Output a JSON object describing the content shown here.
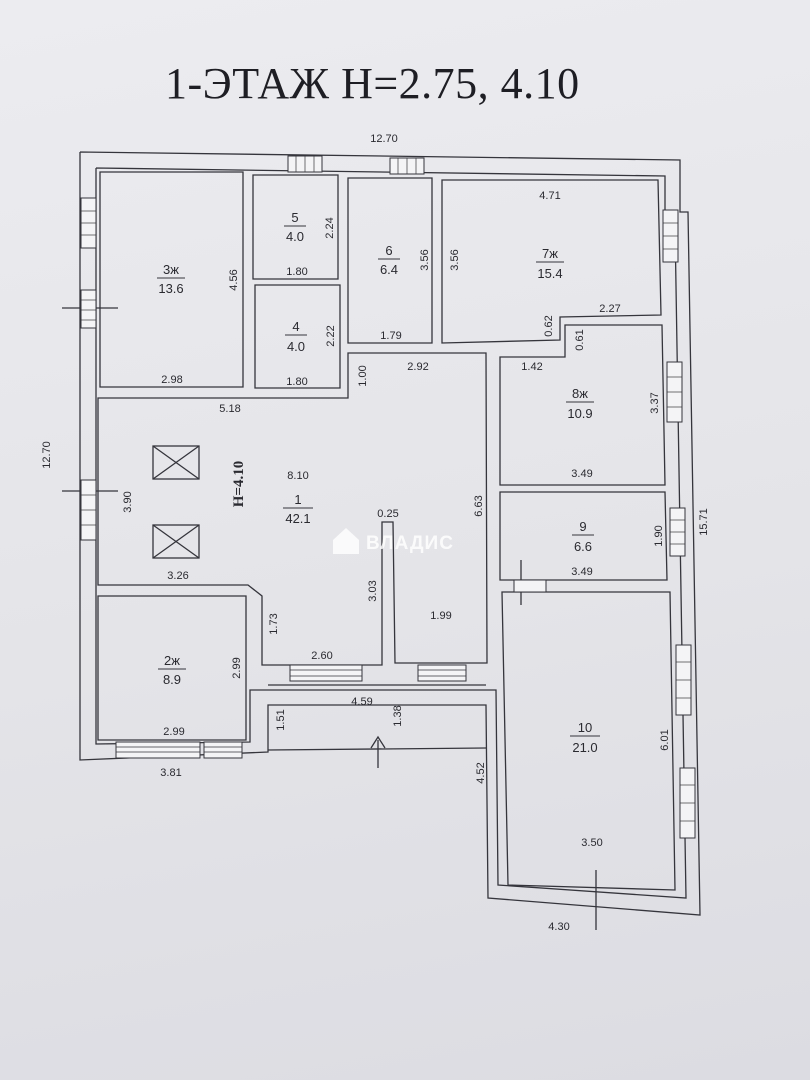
{
  "title": "1-ЭТАЖ  Н=2.75, 4.10",
  "rooms": [
    {
      "id": "r3",
      "num": "3ж",
      "area": "13.6"
    },
    {
      "id": "r5",
      "num": "5",
      "area": "4.0"
    },
    {
      "id": "r4",
      "num": "4",
      "area": "4.0"
    },
    {
      "id": "r6",
      "num": "6",
      "area": "6.4"
    },
    {
      "id": "r7",
      "num": "7ж",
      "area": "15.4"
    },
    {
      "id": "r8",
      "num": "8ж",
      "area": "10.9"
    },
    {
      "id": "r9",
      "num": "9",
      "area": "6.6"
    },
    {
      "id": "r1",
      "num": "1",
      "area": "42.1"
    },
    {
      "id": "r2",
      "num": "2ж",
      "area": "8.9"
    },
    {
      "id": "r10",
      "num": "10",
      "area": "21.0"
    }
  ],
  "hall_height": "Н=4.10",
  "watermark": "ВЛАДИС",
  "dims": [
    "12.70",
    "12.70",
    "15.71",
    "4.71",
    "2.27",
    "0.62",
    "0.61",
    "3.56",
    "3.56",
    "2.24",
    "1.80",
    "2.22",
    "1.80",
    "1.79",
    "4.56",
    "2.98",
    "1.00",
    "2.92",
    "5.18",
    "8.10",
    "3.90",
    "1.42",
    "3.37",
    "3.49",
    "1.90",
    "3.49",
    "6.63",
    "0.25",
    "3.03",
    "1.99",
    "3.26",
    "1.73",
    "2.60",
    "2.99",
    "2.99",
    "3.81",
    "4.59",
    "1.51",
    "1.38",
    "4.52",
    "6.01",
    "3.50",
    "4.30"
  ]
}
